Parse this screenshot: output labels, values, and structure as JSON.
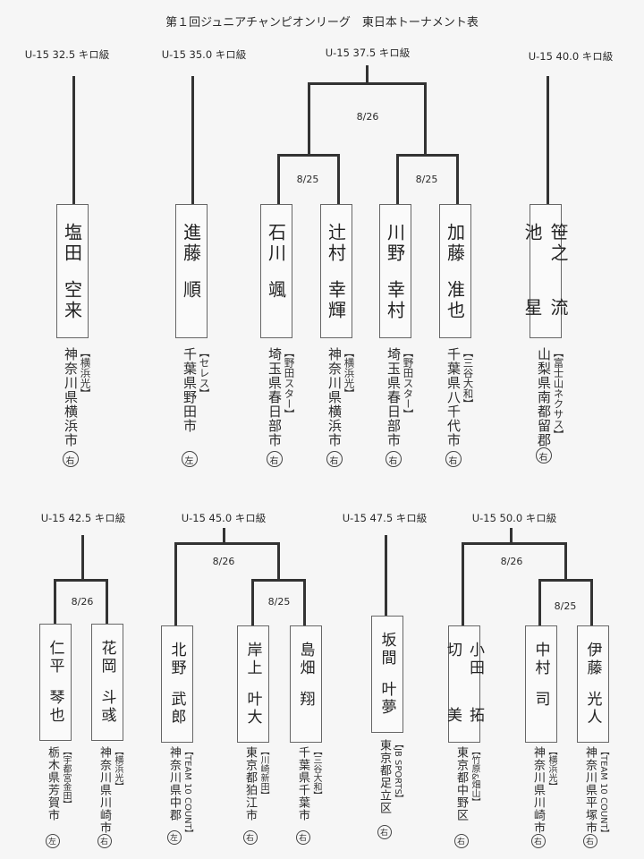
{
  "title": "第１回ジュニアチャンピオンリーグ　東日本トーナメント表",
  "divisions": [
    {
      "weight": "U-15 32.5 キロ級",
      "dates": [],
      "players": [
        {
          "family": "塩田",
          "given": "空来",
          "city": "神奈川県横浜市",
          "club": "【横浜光】",
          "hand": "右"
        }
      ]
    },
    {
      "weight": "U-15 35.0 キロ級",
      "dates": [],
      "players": [
        {
          "family": "進藤",
          "given": "順",
          "city": "千葉県野田市",
          "club": "【セレス】",
          "hand": "左"
        }
      ]
    },
    {
      "weight": "U-15 37.5 キロ級",
      "dates": [
        "8/26",
        "8/25",
        "8/25"
      ],
      "players": [
        {
          "family": "石川",
          "given": "颯",
          "city": "埼玉県春日部市",
          "club": "【野田スター】",
          "hand": "右"
        },
        {
          "family": "辻村",
          "given": "幸輝",
          "city": "神奈川県横浜市",
          "club": "【横浜光】",
          "hand": "右"
        },
        {
          "family": "川野",
          "given": "幸村",
          "city": "埼玉県春日部市",
          "club": "【野田スター】",
          "hand": "右"
        },
        {
          "family": "加藤",
          "given": "准也",
          "city": "千葉県八千代市",
          "club": "【三谷大和】",
          "hand": "右"
        }
      ]
    },
    {
      "weight": "U-15 40.0 キロ級",
      "dates": [],
      "players": [
        {
          "family": "笹之池",
          "given": "流星",
          "city": "山梨県南都留郡",
          "club": "【富士山ネクサス】",
          "hand": "右"
        }
      ]
    },
    {
      "weight": "U-15 42.5 キロ級",
      "dates": [
        "8/26"
      ],
      "players": [
        {
          "family": "仁平",
          "given": "琴也",
          "city": "栃木県芳賀市",
          "club": "【宇都宮金田】",
          "hand": "左"
        },
        {
          "family": "花岡",
          "given": "斗彧",
          "city": "神奈川県川崎市",
          "club": "【横浜光】",
          "hand": "右"
        }
      ]
    },
    {
      "weight": "U-15 45.0 キロ級",
      "dates": [
        "8/26",
        "8/25"
      ],
      "players": [
        {
          "family": "北野",
          "given": "武郎",
          "city": "神奈川県中郡",
          "club": "【TEAM 10 COUNT】",
          "hand": "左"
        },
        {
          "family": "岸上",
          "given": "叶大",
          "city": "東京都狛江市",
          "club": "【川崎新田】",
          "hand": "右"
        },
        {
          "family": "島畑",
          "given": "翔",
          "city": "千葉県千葉市",
          "club": "【三谷大和】",
          "hand": "右"
        }
      ]
    },
    {
      "weight": "U-15 47.5 キロ級",
      "dates": [],
      "players": [
        {
          "family": "坂間",
          "given": "叶夢",
          "city": "東京都足立区",
          "club": "【JB SPORTS】",
          "hand": "右"
        }
      ]
    },
    {
      "weight": "U-15 50.0 キロ級",
      "dates": [
        "8/26",
        "8/25"
      ],
      "players": [
        {
          "family": "小田切",
          "given": "拓美",
          "city": "東京都中野区",
          "club": "【竹原&畑山】",
          "hand": "右"
        },
        {
          "family": "中村",
          "given": "司",
          "city": "神奈川県川崎市",
          "club": "【横浜光】",
          "hand": "右"
        },
        {
          "family": "伊藤",
          "given": "光人",
          "city": "神奈川県平塚市",
          "club": "【TEAM 10 COUNT】",
          "hand": "右"
        }
      ]
    }
  ]
}
